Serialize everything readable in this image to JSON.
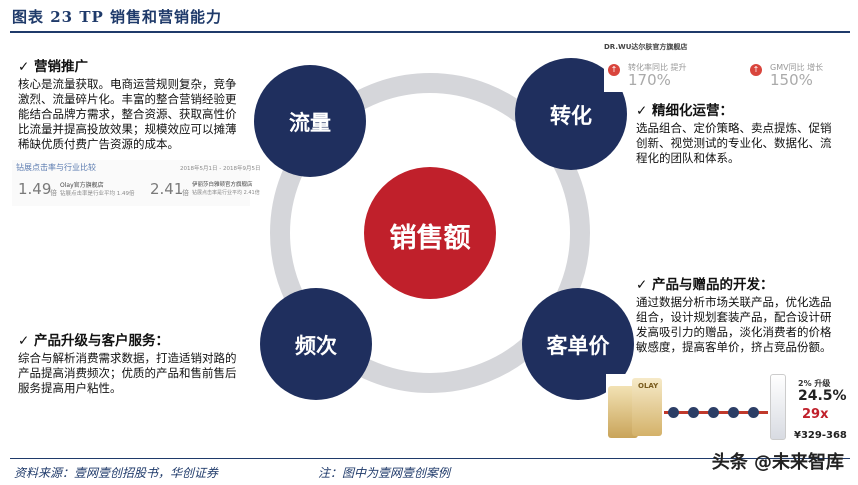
{
  "header": {
    "title": "图表 23   TP 销售和营销能力"
  },
  "footer": {
    "source": "资料来源：壹网壹创招股书，华创证券",
    "note": "注：图中为壹网壹创案例",
    "watermark": "头条 @未来智库"
  },
  "diagram": {
    "center": "销售额",
    "nodes": {
      "top_left": "流量",
      "top_right": "转化",
      "bottom_left": "频次",
      "bottom_right": "客单价"
    }
  },
  "blocks": {
    "marketing": {
      "title": "✓  营销推广",
      "body": "核心是流量获取。电商运营规则复杂，竞争激烈、流量碎片化。丰富的整合营销经验更能结合品牌方需求，整合资源、获取高性价比流量并提高投放效果；规模效应可以摊薄稀缺优质付费广告资源的成本。"
    },
    "operations": {
      "title": "✓  精细化运营：",
      "body": "选品组合、定价策略、卖点提炼、促销创新、视觉测试的专业化、数据化、流程化的团队和体系。"
    },
    "upgrade": {
      "title": "✓  产品升级与客户服务：",
      "body": "综合与解析消费需求数据，打造适销对路的产品提高消费频次；优质的产品和售前售后服务提高用户粘性。"
    },
    "gifts": {
      "title": "✓  产品与赠品的开发：",
      "body": "通过数据分析市场关联产品，优化选品组合，设计规划套装产品，配合设计研发高吸引力的赠品，淡化消费者的价格敏感度，提高客单价，挤占竞品份额。"
    }
  },
  "thumb_left": {
    "title": "钻展点击率与行业比较",
    "date_range": "2018年5月1日 - 2018年9月5日",
    "item1_name": "Olay官方旗舰店",
    "item1_value": "1.49",
    "item1_unit": "倍",
    "item1_note": "钻展点击率是行业平均 1.49倍",
    "item2_name": "伊丽莎白雅顿官方旗舰店",
    "item2_value": "2.41",
    "item2_unit": "倍",
    "item2_note": "钻展点击率是行业平均 2.41倍"
  },
  "thumb_right": {
    "title": "DR.WU达尔肤官方旗舰店",
    "metric1_label": "转化率同比 提升",
    "metric1_value": "170%",
    "metric2_label": "GMV同比 增长",
    "metric2_value": "150%"
  },
  "thumb_bottom": {
    "brand": "OLAY",
    "discount": "2% 升级",
    "percent": "24.5%",
    "price_low": "29x",
    "price_range": "¥329-368"
  },
  "colors": {
    "navy": "#1f2f5e",
    "red": "#c0202b",
    "ring": "#d5d6da",
    "title_blue": "#1f3a6a"
  }
}
